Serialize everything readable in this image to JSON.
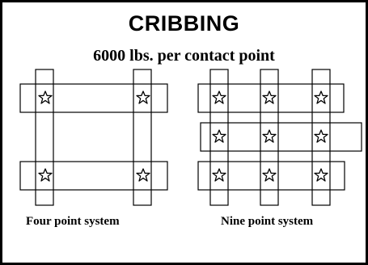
{
  "title": "CRIBBING",
  "subtitle": "6000 lbs. per  contact  point",
  "systems": [
    {
      "label": "Four point system",
      "contact_points": 4
    },
    {
      "label": "Nine point system",
      "contact_points": 9
    }
  ],
  "icons": {
    "contact_point": "star-icon"
  },
  "colors": {
    "line": "#000000",
    "background": "#ffffff"
  }
}
